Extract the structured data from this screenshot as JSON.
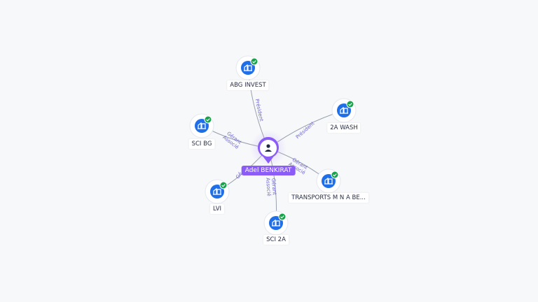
{
  "center": {
    "name": "Adel BENKIRAT",
    "icon": "person-icon",
    "color": "#8b5cf6"
  },
  "nodes": [
    {
      "id": "abg",
      "label": "ABG INVEST",
      "icon": "company-building-icon",
      "status": "verified-check"
    },
    {
      "id": "sci_bg",
      "label": "SCI BG",
      "icon": "company-building-icon",
      "status": "verified-check"
    },
    {
      "id": "wash",
      "label": "2A WASH",
      "icon": "company-building-icon",
      "status": "verified-check"
    },
    {
      "id": "lvi",
      "label": "LVI",
      "icon": "company-building-icon",
      "status": "verified-check"
    },
    {
      "id": "tmna",
      "label": "TRANSPORTS M N A BE...",
      "icon": "company-building-icon",
      "status": "verified-check"
    },
    {
      "id": "sci2a",
      "label": "SCI 2A",
      "icon": "company-building-icon",
      "status": "verified-check"
    }
  ],
  "edges": [
    {
      "to": "abg",
      "labels": [
        "Président"
      ]
    },
    {
      "to": "sci_bg",
      "labels": [
        "Gérant",
        "Associé"
      ]
    },
    {
      "to": "wash",
      "labels": [
        "Président"
      ]
    },
    {
      "to": "lvi",
      "labels": [
        "Gé"
      ]
    },
    {
      "to": "tmna",
      "labels": [
        "Gérant",
        "Associé"
      ]
    },
    {
      "to": "sci2a",
      "labels": [
        "Gérant",
        "Associé"
      ]
    }
  ],
  "colors": {
    "company": "#1e6fe8",
    "check": "#16a34a",
    "edge": "#9aa0ad",
    "edge_label": "#6d64d8"
  }
}
